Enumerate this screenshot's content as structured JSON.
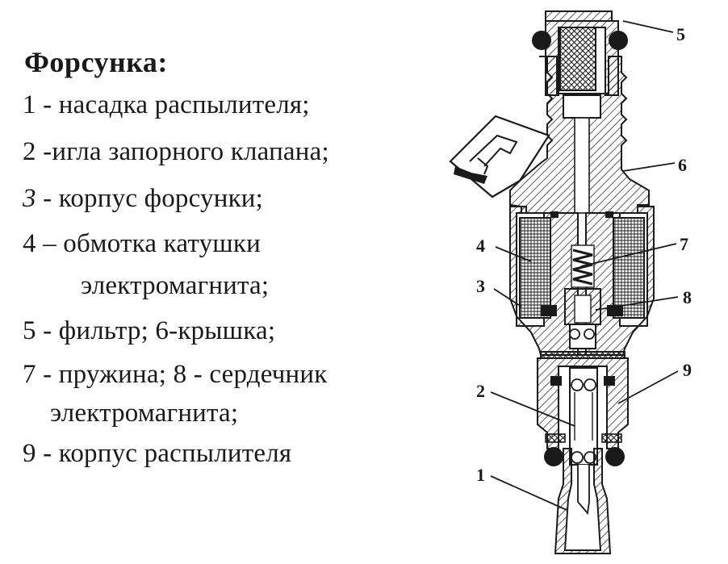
{
  "legend": {
    "title": "Форсунка:",
    "items": [
      "1 - насадка распылителя;",
      "2 -игла запорного клапана;",
      "3",
      "- корпус форсунки;",
      "4 – обмотка катушки",
      "электромагнита;",
      "5 - фильтр; 6-крышка;",
      "7 - пружина; 8 - сердечник",
      "электромагнита;",
      "9 - корпус распылителя"
    ]
  },
  "diagram": {
    "callouts": [
      "1",
      "2",
      "3",
      "4",
      "5",
      "6",
      "7",
      "8",
      "9"
    ],
    "colors": {
      "ink": "#1a1a1a",
      "paper": "#ffffff"
    }
  }
}
